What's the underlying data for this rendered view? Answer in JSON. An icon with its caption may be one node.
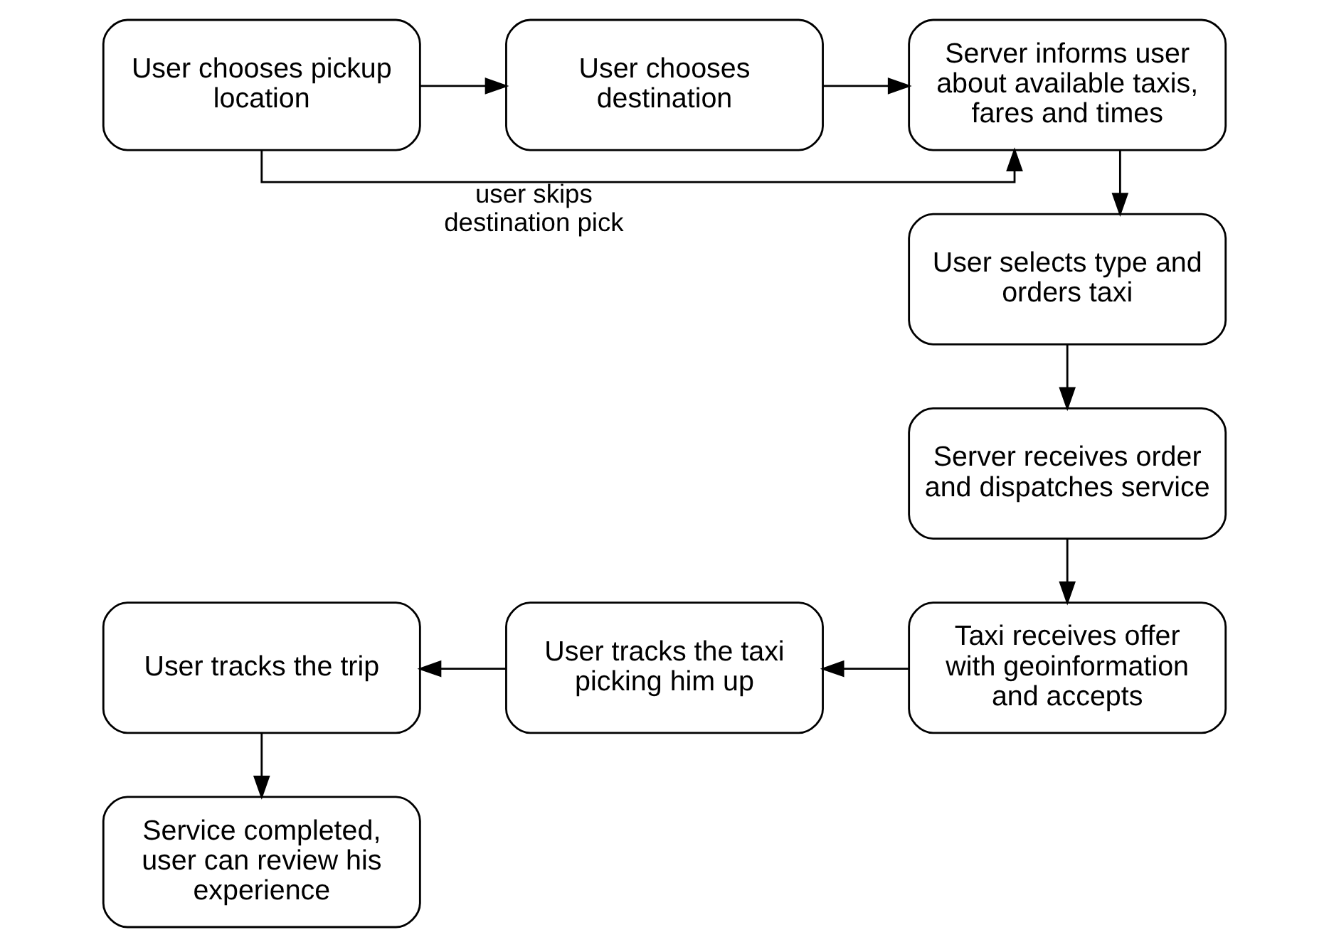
{
  "diagram": {
    "nodes": [
      {
        "text": [
          "User chooses pickup location"
        ]
      },
      {
        "text": [
          "User chooses destination"
        ]
      },
      {
        "text": [
          "Server informs user about available taxis, fares and times"
        ]
      },
      {
        "text": [
          "User selects type and orders taxi"
        ]
      },
      {
        "text": [
          "Server receives order and dispatches service"
        ]
      },
      {
        "text": [
          "Taxi receives offer with geoinformation and accepts"
        ]
      },
      {
        "text": [
          "User tracks the taxi picking him up"
        ]
      },
      {
        "text": [
          "User tracks the trip"
        ]
      },
      {
        "text": [
          "Service completed, user can review his experience"
        ]
      }
    ],
    "edges": [
      {
        "from": 0,
        "to": 1,
        "arrow": "to"
      },
      {
        "from": 1,
        "to": 2,
        "arrow": "to"
      },
      {
        "from": 0,
        "to": 2,
        "arrow": "to",
        "label": "user skips destination pick"
      },
      {
        "from": 2,
        "to": 3,
        "arrow": "to"
      },
      {
        "from": 3,
        "to": 4,
        "arrow": "to"
      },
      {
        "from": 4,
        "to": 5,
        "arrow": "to"
      },
      {
        "from": 5,
        "to": 6,
        "arrow": "to"
      },
      {
        "from": 6,
        "to": 7,
        "arrow": "to"
      },
      {
        "from": 7,
        "to": 8,
        "arrow": "to"
      }
    ]
  }
}
